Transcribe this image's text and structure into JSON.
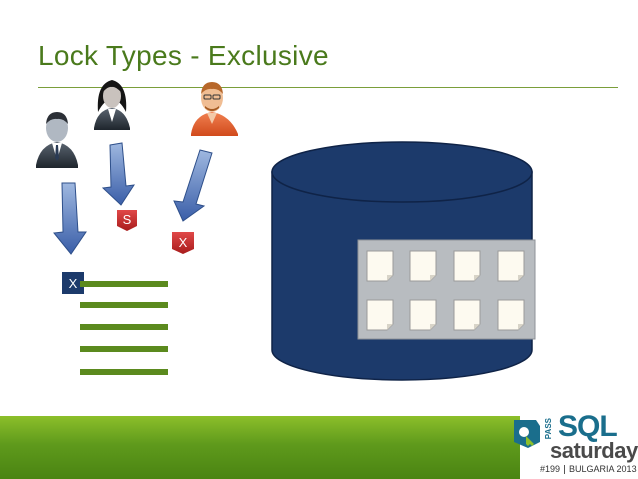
{
  "slide": {
    "title": "Lock Types - Exclusive"
  },
  "locks": {
    "table_lock": "X",
    "shared_lock": "S",
    "exclusive_lock": "X"
  },
  "colors": {
    "title": "#4a7a1c",
    "database": "#1c3a6b",
    "lock_box": "#c62828",
    "table_lock_box": "#1c3a6b",
    "rows": "#5b8a1e",
    "arrows": "#3a5ea8",
    "footer": "#6aa31f"
  },
  "icons": {
    "user_left": "businessman-icon",
    "user_middle": "businesswoman-icon",
    "user_right": "man-orange-icon",
    "database": "database-cylinder-icon",
    "page": "page-icon"
  },
  "logo": {
    "pass": "PASS",
    "sql": "SQL",
    "saturday": "saturday",
    "number": "#199",
    "location": "BULGARIA 2013"
  }
}
